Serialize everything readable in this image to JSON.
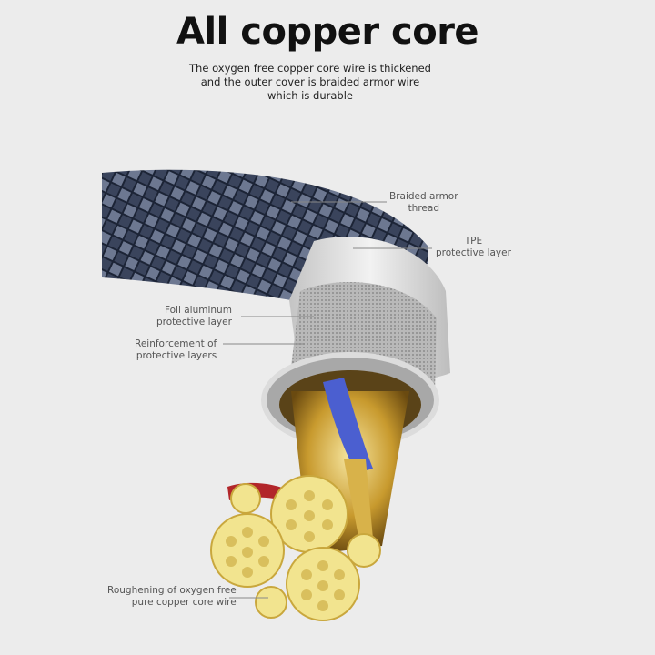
{
  "header": {
    "title": "All copper core",
    "subtitle_lines": [
      "The oxygen free copper core wire is thickened",
      "and the outer cover is braided armor wire",
      "which is durable"
    ]
  },
  "callouts": {
    "braided": [
      "Braided armor",
      "thread"
    ],
    "tpe": [
      "TPE",
      "protective layer"
    ],
    "foil": [
      "Foil aluminum",
      "protective layer"
    ],
    "reinforcement": [
      "Reinforcement of",
      "protective layers"
    ],
    "copper": [
      "Roughening of oxygen free",
      "pure copper core wire"
    ]
  },
  "colors": {
    "background": "#ececec",
    "braid_dark": "#1c2436",
    "braid_light": "#6d7891",
    "tpe": "#d9d9d9",
    "copper": "#e8d07a",
    "blue_wire": "#4b5fd0",
    "leader_line": "#888888"
  }
}
